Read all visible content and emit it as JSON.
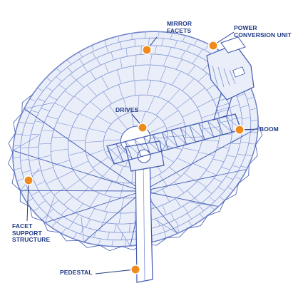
{
  "colors": {
    "line": "#3f58b0",
    "line_light": "#7f93d4",
    "fill": "#e9eef9",
    "label_text": "#1f3a86",
    "marker": "#f08a1c",
    "marker_ring": "#1f3a86"
  },
  "labels": {
    "mirror_facets": [
      "MIRROR",
      "FACETS"
    ],
    "power_conversion_unit": [
      "POWER",
      "CONVERSION UNIT"
    ],
    "drives": [
      "DRIVES"
    ],
    "boom": [
      "BOOM"
    ],
    "facet_support_structure": [
      "FACET",
      "SUPPORT",
      "STRUCTURE"
    ],
    "pedestal": [
      "PEDESTAL"
    ]
  }
}
